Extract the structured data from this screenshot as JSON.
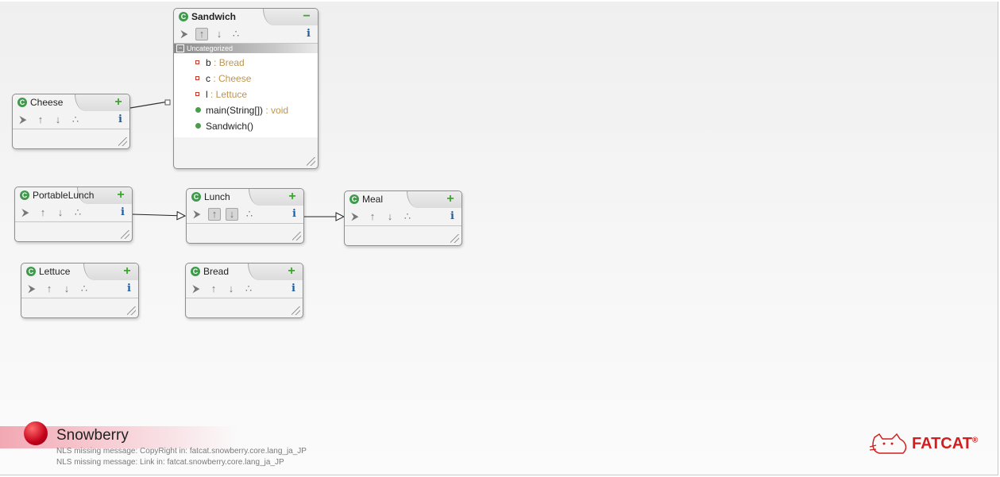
{
  "classes": {
    "sandwich": {
      "name": "Sandwich",
      "toggle": "−",
      "info": "i",
      "section": "Uncategorized",
      "members": [
        {
          "kind": "field",
          "name": "b",
          "type": " : Bread"
        },
        {
          "kind": "field",
          "name": "c",
          "type": " : Cheese"
        },
        {
          "kind": "field",
          "name": "l",
          "type": " : Lettuce"
        },
        {
          "kind": "method",
          "name": "main(String[])",
          "type": " : void"
        },
        {
          "kind": "method",
          "name": "Sandwich()",
          "type": ""
        }
      ]
    },
    "cheese": {
      "name": "Cheese",
      "toggle": "+",
      "info": "i"
    },
    "portable_lunch": {
      "name": "PortableLunch",
      "toggle": "+",
      "info": "i"
    },
    "lunch": {
      "name": "Lunch",
      "toggle": "+",
      "info": "i"
    },
    "meal": {
      "name": "Meal",
      "toggle": "+",
      "info": "i"
    },
    "lettuce": {
      "name": "Lettuce",
      "toggle": "+",
      "info": "i"
    },
    "bread": {
      "name": "Bread",
      "toggle": "+",
      "info": "i"
    }
  },
  "footer": {
    "brand": "Snowberry",
    "nls_copyright": "NLS missing message: CopyRight in: fatcat.snowberry.core.lang_ja_JP",
    "nls_link": "NLS missing message: Link in: fatcat.snowberry.core.lang_ja_JP",
    "product": "FATCAT",
    "product_mark": "®"
  },
  "icons": [
    "class-icon",
    "tag-icon",
    "arrow-up-icon",
    "arrow-down-icon",
    "hierarchy-icon",
    "info-icon",
    "resize-grip-icon",
    "plus-icon",
    "minus-icon"
  ]
}
